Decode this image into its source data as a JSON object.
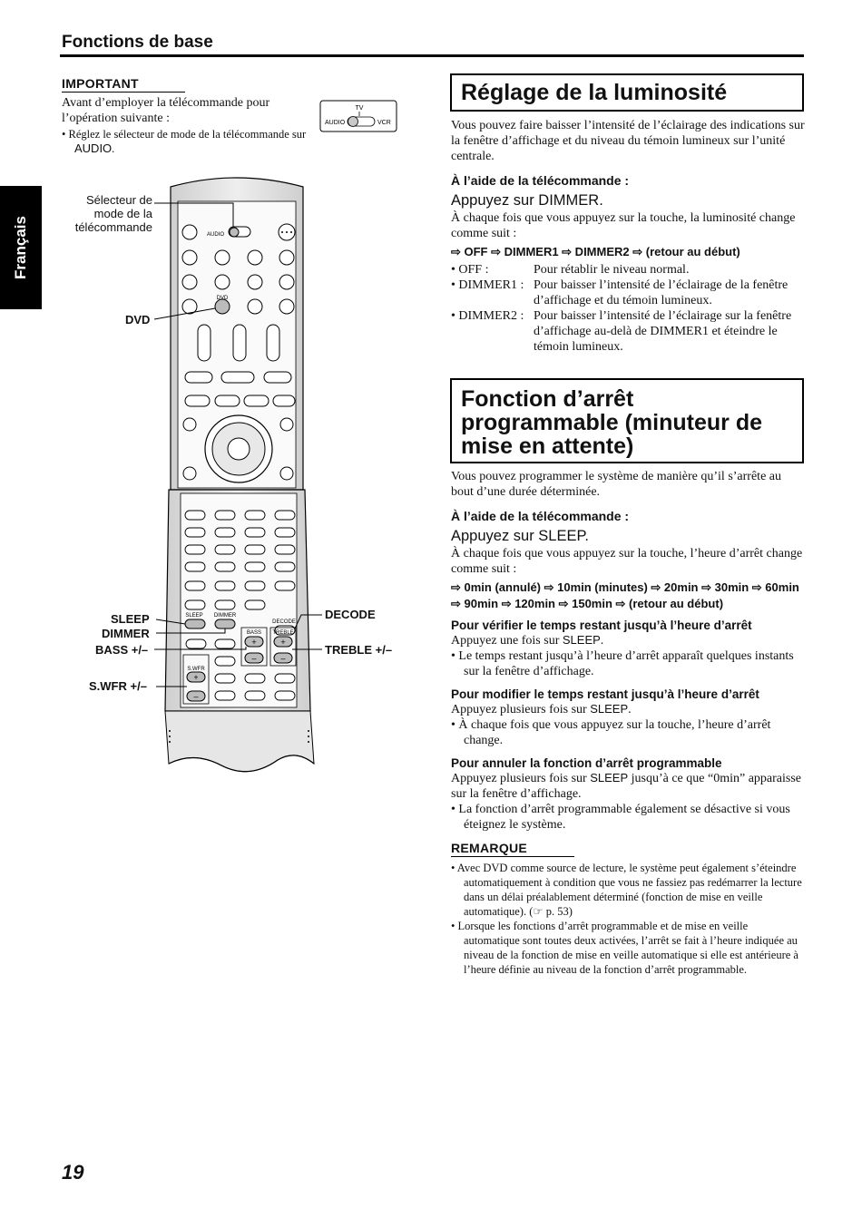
{
  "header": {
    "title": "Fonctions de base"
  },
  "language_tab": "Français",
  "important": {
    "heading": "IMPORTANT",
    "text": "Avant d’employer la télécommande pour l’opération suivante :",
    "bullet_prefix": "• Réglez le sélecteur de mode de la télécommande sur",
    "bullet_key": "AUDIO",
    "bullet_suffix": ".",
    "switch": {
      "top": "TV",
      "left": "AUDIO",
      "right": "VCR"
    }
  },
  "remote": {
    "callouts": {
      "selector": "Sélecteur de mode de la télécommande",
      "dvd": "DVD",
      "sleep": "SLEEP",
      "dimmer": "DIMMER",
      "bass": "BASS +/–",
      "swfr": "S.WFR +/–",
      "decode": "DECODE",
      "treble": "TREBLE +/–"
    },
    "labels": {
      "audio": "AUDIO",
      "dvd": "DVD",
      "decode": "DECODE",
      "sleep": "SLEEP",
      "dimmer": "DIMMER",
      "bass": "BASS",
      "treble": "TREBLE",
      "swfr": "S.WFR",
      "plus": "+",
      "minus": "–"
    }
  },
  "brightness": {
    "title": "Réglage de la luminosité",
    "intro": "Vous pouvez faire baisser l’intensité de l’éclairage des indications sur la fenêtre d’affichage et du niveau du témoin lumineux sur l’unité centrale.",
    "aide": "À l’aide de la télécommande :",
    "press": "Appuyez sur DIMMER.",
    "press_text": "À chaque fois que vous appuyez sur la touche, la luminosité change comme suit :",
    "sequence": "⇨ OFF ⇨ DIMMER1 ⇨ DIMMER2 ⇨ (retour au début)",
    "items": [
      {
        "term": "• OFF :",
        "desc": "Pour rétablir le niveau normal."
      },
      {
        "term": "• DIMMER1 :",
        "desc": "Pour baisser l’intensité de l’éclairage de la fenêtre d’affichage et du témoin lumineux."
      },
      {
        "term": "• DIMMER2 :",
        "desc": "Pour baisser l’intensité de l’éclairage sur la fenêtre d’affichage au-delà de DIMMER1 et éteindre le témoin lumineux."
      }
    ]
  },
  "sleep": {
    "title": "Fonction d’arrêt programmable (minuteur de mise en attente)",
    "intro": "Vous pouvez programmer le système de manière qu’il s’arrête au bout d’une durée déterminée.",
    "aide": "À l’aide de la télécommande :",
    "press": "Appuyez sur SLEEP.",
    "press_text": "À chaque fois que vous appuyez sur la touche, l’heure d’arrêt change comme suit :",
    "sequence": "⇨ 0min (annulé) ⇨ 10min (minutes) ⇨ 20min ⇨ 30min ⇨ 60min ⇨ 90min ⇨ 120min ⇨ 150min ⇨ (retour au début)",
    "check": {
      "heading": "Pour vérifier le temps restant jusqu’à l’heure d’arrêt",
      "line_prefix": "Appuyez une fois sur ",
      "line_key": "SLEEP",
      "line_suffix": ".",
      "bullet": "• Le temps restant jusqu’à l’heure d’arrêt apparaît quelques instants sur la fenêtre d’affichage."
    },
    "modify": {
      "heading": "Pour modifier le temps restant jusqu’à l’heure d’arrêt",
      "line_prefix": "Appuyez plusieurs fois sur ",
      "line_key": "SLEEP",
      "line_suffix": ".",
      "bullet": "• À chaque fois que vous appuyez sur la touche, l’heure d’arrêt change."
    },
    "cancel": {
      "heading": "Pour annuler la fonction d’arrêt programmable",
      "line_prefix": "Appuyez plusieurs fois sur ",
      "line_key": "SLEEP",
      "line_suffix": " jusqu’à ce que “0min” apparaisse sur la fenêtre d’affichage.",
      "bullet": "• La fonction d’arrêt programmable également se désactive si vous éteignez le système."
    }
  },
  "remarque": {
    "heading": "REMARQUE",
    "items": [
      "• Avec DVD comme source de lecture, le système peut également s’éteindre automatiquement à condition que vous ne fassiez pas redémarrer la lecture dans un délai préalablement déterminé (fonction de mise en veille automatique). (☞ p. 53)",
      "• Lorsque les fonctions d’arrêt programmable et de mise en veille automatique sont toutes deux activées, l’arrêt se fait à l’heure indiquée au niveau de la fonction de mise en veille automatique si elle est antérieure à l’heure définie au niveau de la fonction d’arrêt programmable."
    ]
  },
  "page_number": "19"
}
